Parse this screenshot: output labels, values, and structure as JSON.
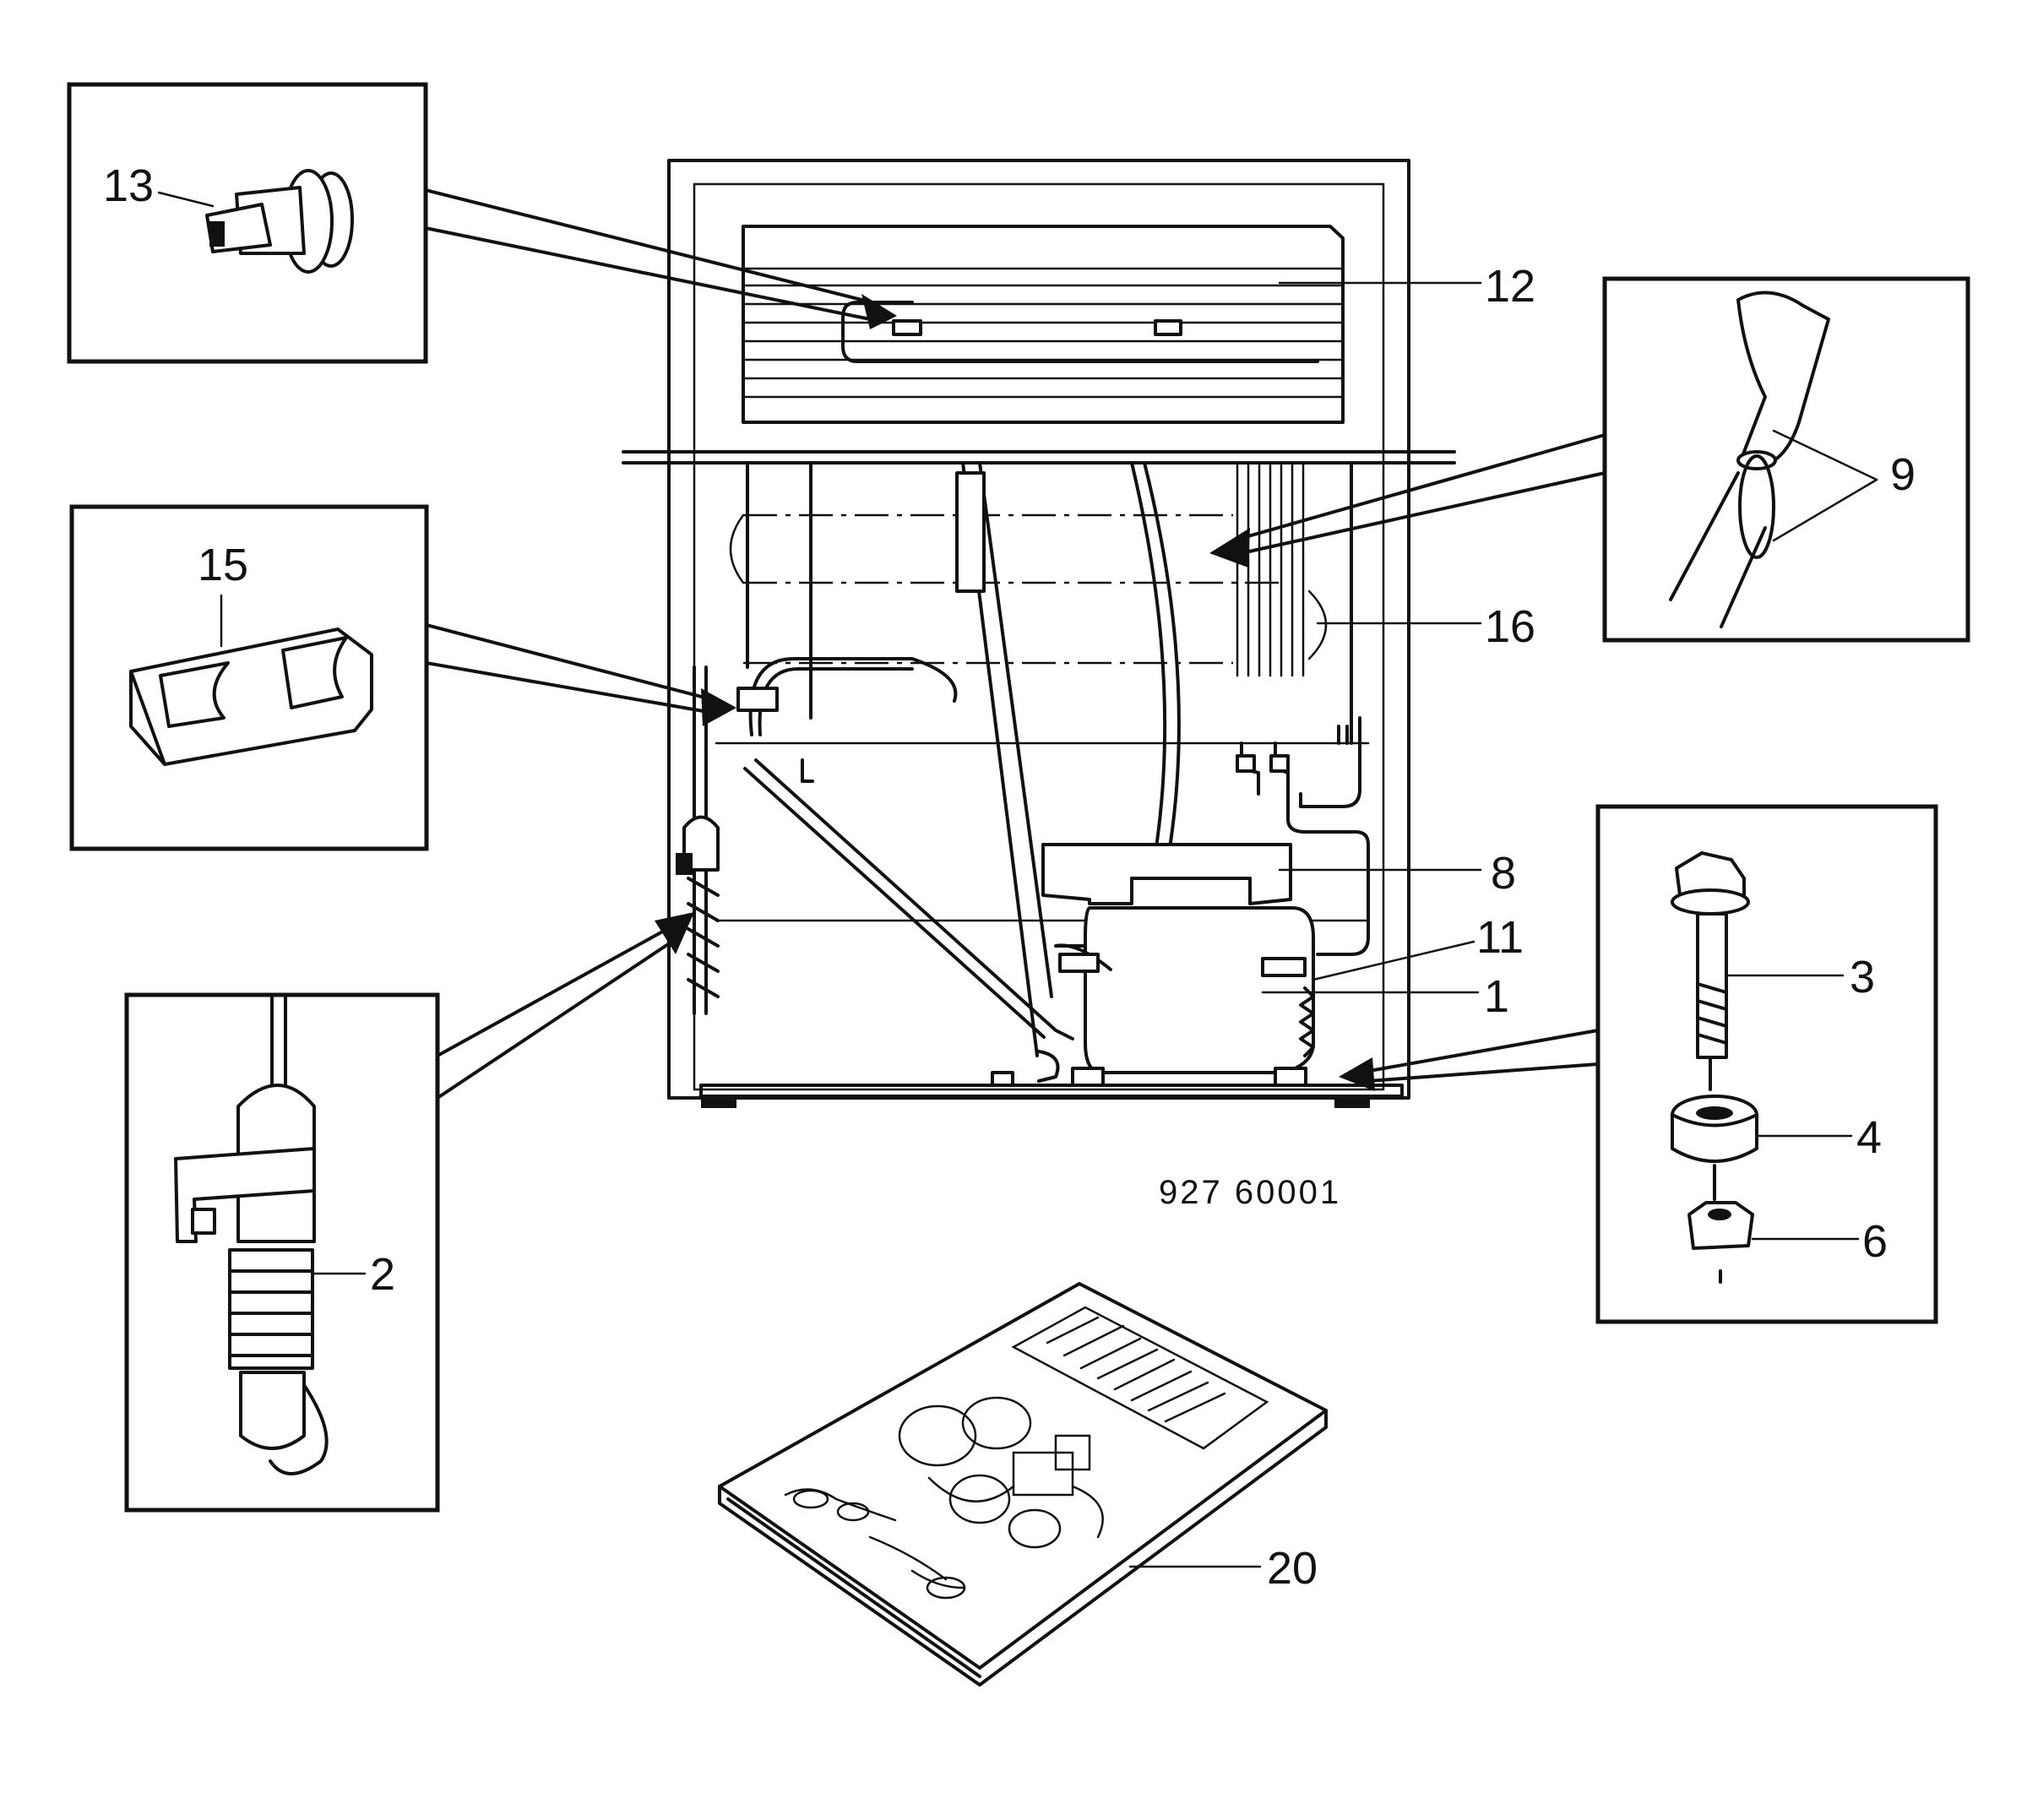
{
  "drawing_number": "927 60001",
  "callouts": {
    "c1": "1",
    "c2": "2",
    "c3": "3",
    "c4": "4",
    "c6": "6",
    "c8": "8",
    "c9": "9",
    "c11": "11",
    "c12": "12",
    "c13": "13",
    "c15": "15",
    "c16": "16",
    "c20": "20"
  }
}
